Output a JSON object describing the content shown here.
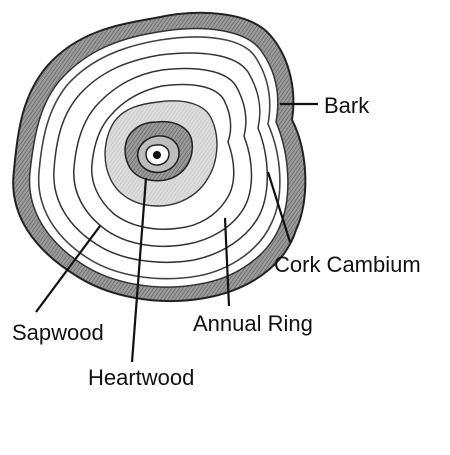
{
  "diagram": {
    "labels": {
      "bark": "Bark",
      "cork_cambium": "Cork Cambium",
      "annual_ring": "Annual Ring",
      "sapwood": "Sapwood",
      "heartwood": "Heartwood"
    }
  }
}
